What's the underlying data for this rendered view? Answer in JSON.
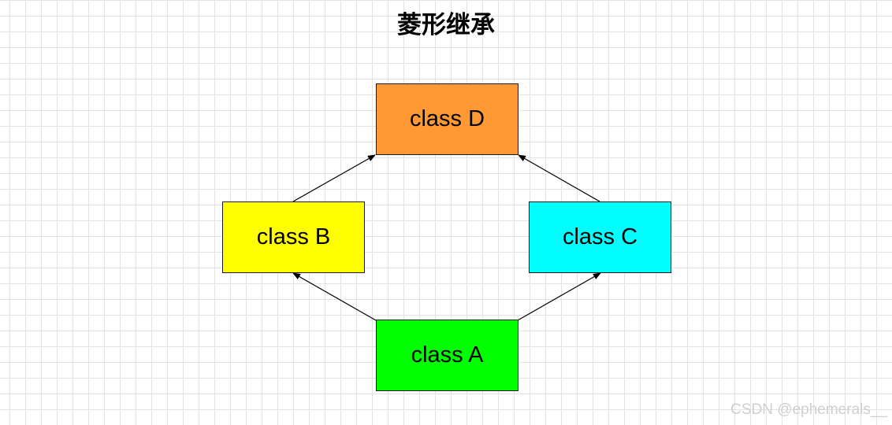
{
  "diagram": {
    "title": "菱形继承",
    "nodes": {
      "d": {
        "label": "class D",
        "fill": "#ff9933"
      },
      "b": {
        "label": "class B",
        "fill": "#ffff00"
      },
      "c": {
        "label": "class C",
        "fill": "#00ffff"
      },
      "a": {
        "label": "class A",
        "fill": "#00ff00"
      }
    },
    "edges": [
      {
        "from": "class B",
        "to": "class D"
      },
      {
        "from": "class C",
        "to": "class D"
      },
      {
        "from": "class A",
        "to": "class B"
      },
      {
        "from": "class A",
        "to": "class C"
      }
    ]
  },
  "watermark": "CSDN @ephemerals__"
}
